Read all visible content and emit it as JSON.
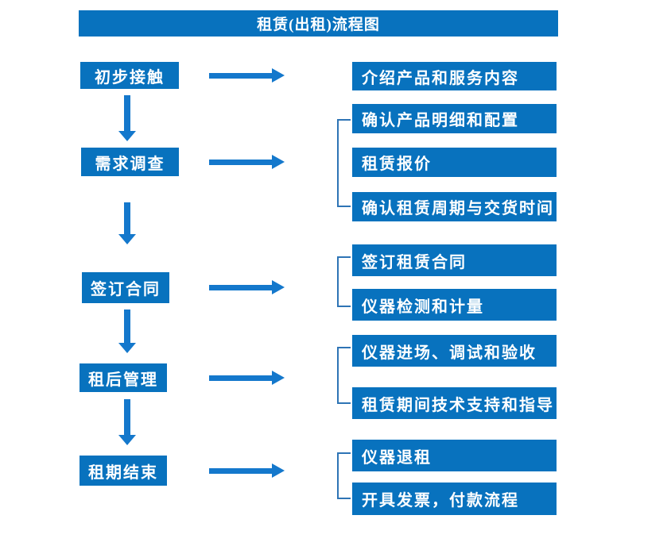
{
  "title": "租赁(出租)流程图",
  "colors": {
    "box": "#0872BE",
    "arrow": "#1478CC",
    "bracket": "#2E74B5",
    "text": "#FFFFFF",
    "background": "#FFFFFF"
  },
  "steps": [
    {
      "label": "初步接触",
      "details": [
        "介绍产品和服务内容"
      ]
    },
    {
      "label": "需求调查",
      "details": [
        "确认产品明细和配置",
        "租赁报价",
        "确认租赁周期与交货时间"
      ]
    },
    {
      "label": "签订合同",
      "details": [
        "签订租赁合同",
        "仪器检测和计量"
      ]
    },
    {
      "label": "租后管理",
      "details": [
        "仪器进场、调试和验收",
        "租赁期间技术支持和指导"
      ]
    },
    {
      "label": "租期结束",
      "details": [
        "仪器退租",
        "开具发票，付款流程"
      ]
    }
  ]
}
